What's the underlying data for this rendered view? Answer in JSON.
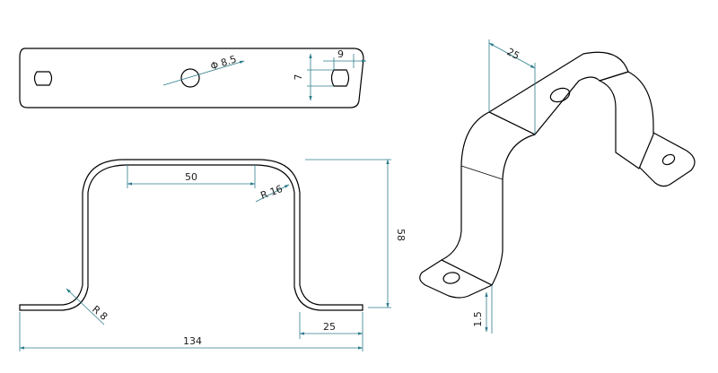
{
  "colors": {
    "part_line": "#000000",
    "dimension_line": "#2e7d8c",
    "background": "#ffffff"
  },
  "dimensions": {
    "hole_diameter": "Φ 8.5",
    "slot_edge": "9",
    "slot_width": "7",
    "top_flat": "50",
    "inner_radius": "R 16",
    "height": "58",
    "foot_radius": "R 8",
    "overall_length": "134",
    "foot_length": "25",
    "width_iso": "25",
    "thickness_iso": "1.5"
  }
}
